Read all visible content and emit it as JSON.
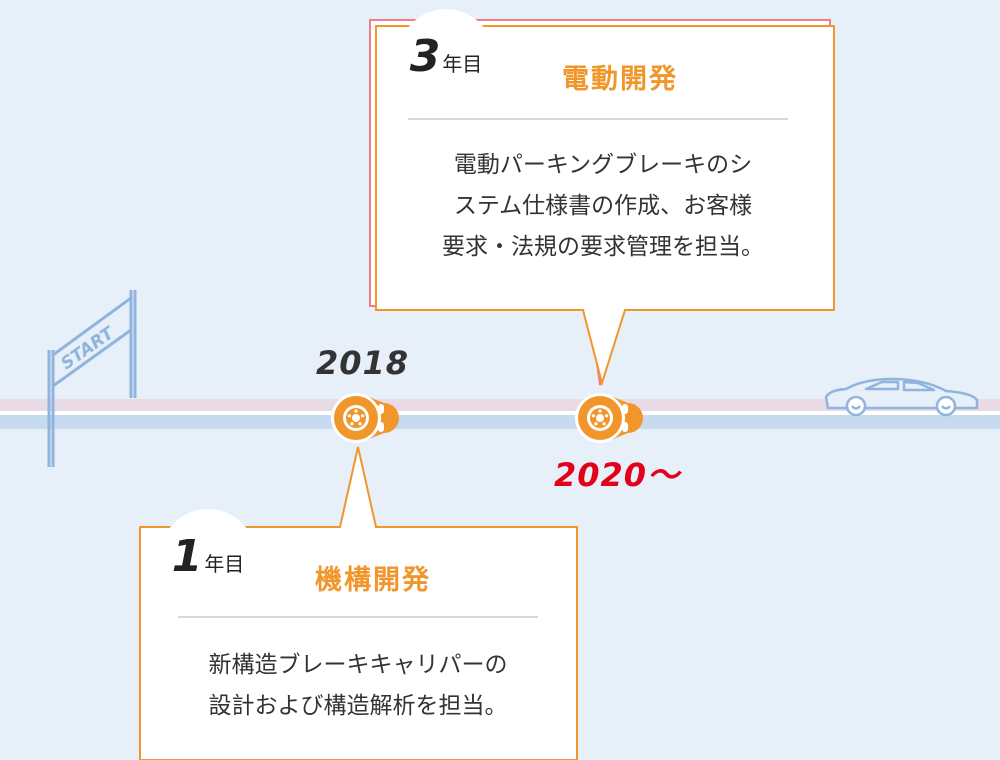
{
  "timeline": {
    "start_sign": "START",
    "year_first": "2018",
    "year_second": "2020～"
  },
  "milestones": [
    {
      "year_number": "3",
      "year_unit": "年目",
      "title": "電動開発",
      "body_lines": [
        "電動パーキングブレーキのシ",
        "ステム仕様書の作成、お客様",
        "要求・法規の要求管理を担当。"
      ]
    },
    {
      "year_number": "1",
      "year_unit": "年目",
      "title": "機構開発",
      "body_lines": [
        "新構造ブレーキキャリパーの",
        "設計および構造解析を担当。"
      ]
    }
  ],
  "colors": {
    "background": "#e7eff8",
    "accent_orange": "#f0962b",
    "highlight_red": "#e3001b",
    "track_pink": "#e8dbe6",
    "track_blue": "#c6daf0",
    "line_blue": "#8fb4dd"
  }
}
